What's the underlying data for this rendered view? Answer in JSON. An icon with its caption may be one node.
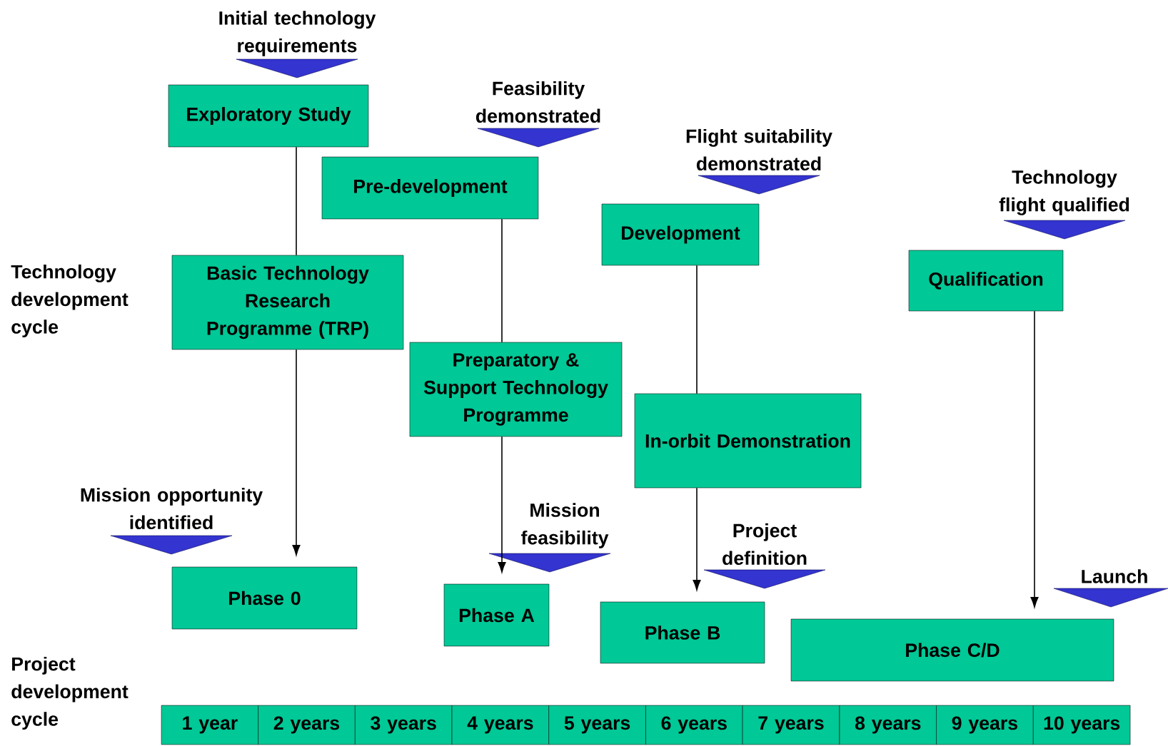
{
  "diagram": {
    "nodes": [
      {
        "text": [
          "Exploratory Study"
        ]
      },
      {
        "text": [
          "Pre-development"
        ]
      },
      {
        "text": [
          "Development"
        ]
      },
      {
        "text": [
          "Qualification"
        ]
      },
      {
        "text": [
          "Basic Technology Research Programme (TRP)"
        ]
      },
      {
        "text": [
          "Preparatory & Support Technology Programme"
        ]
      },
      {
        "text": [
          "In-orbit Demonstration"
        ]
      },
      {
        "text": [
          "Phase 0"
        ]
      },
      {
        "text": [
          "Phase A"
        ]
      },
      {
        "text": [
          "Phase B"
        ]
      },
      {
        "text": [
          "Phase C/D"
        ]
      },
      {
        "text": [
          "1 year"
        ]
      },
      {
        "text": [
          "2 years"
        ]
      },
      {
        "text": [
          "3 years"
        ]
      },
      {
        "text": [
          "4 years"
        ]
      },
      {
        "text": [
          "5 years"
        ]
      },
      {
        "text": [
          "6 years"
        ]
      },
      {
        "text": [
          "7 years"
        ]
      },
      {
        "text": [
          "8 years"
        ]
      },
      {
        "text": [
          "9 years"
        ]
      },
      {
        "text": [
          "10 years"
        ]
      },
      {
        "text": [
          "Initial technology requirements"
        ]
      },
      {
        "text": [
          "Feasibility demonstrated"
        ]
      },
      {
        "text": [
          "Flight suitability demonstrated"
        ]
      },
      {
        "text": [
          "Technology flight qualified"
        ]
      },
      {
        "text": [
          "Mission opportunity identified"
        ]
      },
      {
        "text": [
          "Mission feasibility"
        ]
      },
      {
        "text": [
          "Project definition"
        ]
      },
      {
        "text": [
          "Launch"
        ]
      }
    ],
    "edges": [
      {
        "from": 0,
        "to": 4,
        "arrow": "none"
      },
      {
        "from": 4,
        "to": 7,
        "arrow": "to"
      },
      {
        "from": 1,
        "to": 5,
        "arrow": "none"
      },
      {
        "from": 5,
        "to": 8,
        "arrow": "to"
      },
      {
        "from": 2,
        "to": 6,
        "arrow": "none"
      },
      {
        "from": 6,
        "to": 9,
        "arrow": "to"
      },
      {
        "from": 3,
        "to": 10,
        "arrow": "to"
      }
    ],
    "labels": [
      "Technology development cycle",
      "Project development cycle"
    ]
  }
}
